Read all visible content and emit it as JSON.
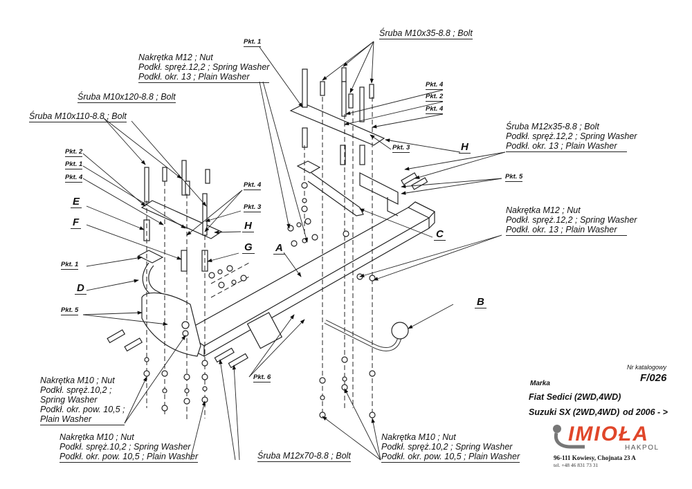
{
  "title_block": {
    "catalog_label": "Nr katalogowy",
    "catalog_number": "F/026",
    "brand_label": "Marka",
    "models": [
      "Fiat Sedici (2WD,4WD)",
      "Suzuki SX (2WD,4WD)"
    ],
    "year_range": "od  2006 - >",
    "logo_name": "IMIOŁA",
    "logo_sub": "HAKPOL",
    "logo_color": "#e0462a",
    "address": "96-111 Kowiesy, Chojnata 23 A",
    "phone": "tel. +48 46 831 73 31"
  },
  "callouts": {
    "bolt_m10x35": "Śruba M10x35-8.8 ;  Bolt",
    "bolt_m10x120": "Śruba M10x120-8.8 ;  Bolt",
    "bolt_m10x110": "Śruba M10x110-8.8 ;  Bolt",
    "bolt_m12x70": "Śruba M12x70-8.8 ;  Bolt",
    "nut_m12_top": [
      "Nakrętka  M12 ; Nut",
      "Podkł. spręż.12,2 ; Spring Washer",
      "Podkł. okr. 13 ; Plain Washer"
    ],
    "bolt_m12x35_right": [
      "Śruba M12x35-8.8 ;  Bolt",
      "Podkł. spręż.12,2 ; Spring Washer",
      "Podkł. okr. 13 ; Plain Washer"
    ],
    "nut_m12_right": [
      "Nakrętka  M12 ; Nut",
      "Podkł. spręż.12,2 ; Spring Washer",
      "Podkł. okr. 13 ; Plain Washer"
    ],
    "nut_m10_left": [
      "Nakrętka  M10 ; Nut",
      "Podkł. spręż.10,2 ;",
      "Spring Washer",
      "Podkł. okr. pow. 10,5 ;",
      "Plain Washer"
    ],
    "nut_m10_bottom_left": [
      "Nakrętka  M10 ; Nut",
      "Podkł. spręż.10,2 ; Spring Washer",
      "Podkł. okr. pow. 10,5 ; Plain Washer"
    ],
    "nut_m10_bottom_right": [
      "Nakrętka  M10 ; Nut",
      "Podkł. spręż.10,2 ; Spring Washer",
      "Podkł. okr. pow. 10,5 ; Plain Washer"
    ]
  },
  "points": {
    "top_pkt1": "Pkt. 1",
    "top_pkt4a": "Pkt. 4",
    "top_pkt2": "Pkt. 2",
    "top_pkt4b": "Pkt. 4",
    "top_pkt3": "Pkt. 3",
    "right_pkt5": "Pkt. 5",
    "left_pkt2": "Pkt. 2",
    "left_pkt1": "Pkt. 1",
    "left_pkt4": "Pkt. 4",
    "mid_pkt4": "Pkt. 4",
    "mid_pkt3": "Pkt. 3",
    "left_pkt1b": "Pkt. 1",
    "left_pkt5": "Pkt. 5",
    "bottom_pkt6": "Pkt. 6"
  },
  "parts": {
    "A": "A",
    "B": "B",
    "C": "C",
    "D": "D",
    "E": "E",
    "F": "F",
    "G": "G",
    "H_top": "H",
    "H_left": "H"
  }
}
